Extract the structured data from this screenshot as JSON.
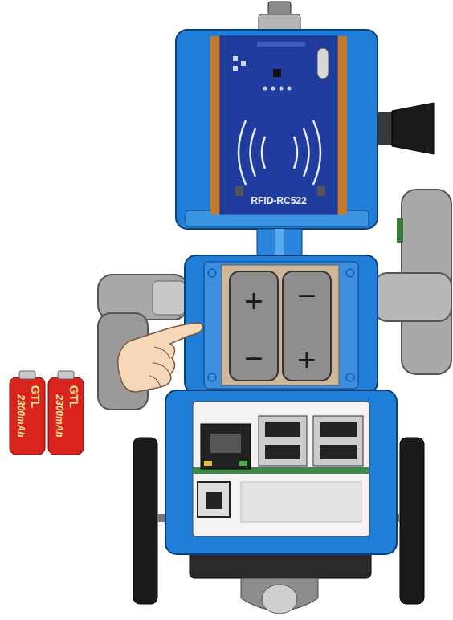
{
  "diagram": {
    "labels": [
      "RFID-RC522",
      "+",
      "−",
      "−",
      "+",
      "GTL",
      "2300mAh",
      "GTL",
      "2300mAh"
    ]
  }
}
